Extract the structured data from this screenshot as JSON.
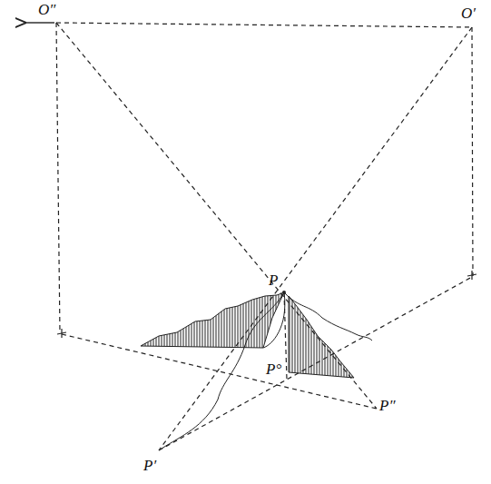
{
  "diagram": {
    "labels": [
      "O″",
      "O′",
      "P",
      "P°",
      "P′",
      "P″"
    ]
  }
}
